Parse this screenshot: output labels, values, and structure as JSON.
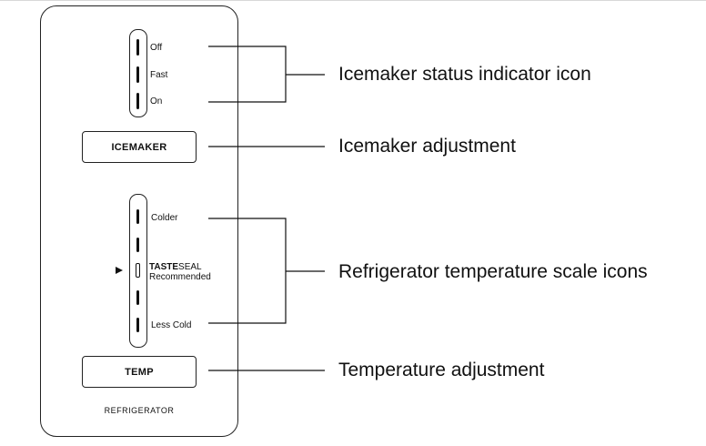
{
  "icemaker": {
    "levels": [
      "Off",
      "Fast",
      "On"
    ],
    "button_label": "ICEMAKER"
  },
  "temperature": {
    "top_label": "Colder",
    "mid_label_bold": "TASTE",
    "mid_label_rest": "SEAL",
    "mid_label_sub": "Recommended",
    "bottom_label": "Less Cold",
    "indicator_icon": "right-triangle-arrow",
    "button_label": "TEMP"
  },
  "panel_label": "REFRIGERATOR",
  "callouts": {
    "icemaker_status": "Icemaker status indicator icon",
    "icemaker_adjust": "Icemaker adjustment",
    "temp_scale": "Refrigerator temperature scale icons",
    "temp_adjust": "Temperature adjustment"
  }
}
